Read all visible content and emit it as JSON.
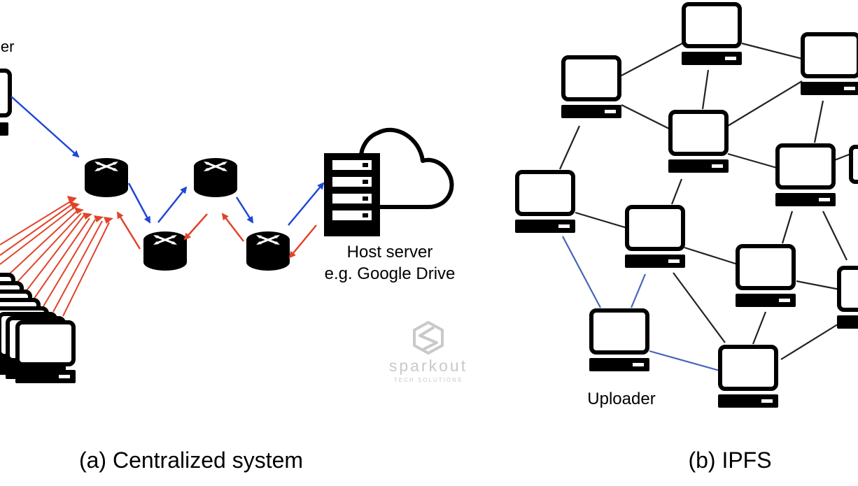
{
  "left_panel": {
    "top_label": "ler",
    "host_label_line1": "Host server",
    "host_label_line2": "e.g. Google Drive",
    "caption": "(a) Centralized system",
    "watermark_text": "sparkout",
    "watermark_subtext": "TECH SOLUTIONS"
  },
  "right_panel": {
    "uploader_label": "Uploader",
    "caption": "(b) IPFS"
  },
  "colors": {
    "ink": "#000000",
    "upload_arrow": "#1f47d6",
    "download_arrow": "#e0442a",
    "ipfs_upload_link": "#4863b8",
    "ipfs_link": "#222222",
    "watermark": "#c9c9c9"
  },
  "icons": [
    "computer-icon",
    "router-icon",
    "server-rack-icon",
    "cloud-icon",
    "sparkout-logo-icon"
  ]
}
